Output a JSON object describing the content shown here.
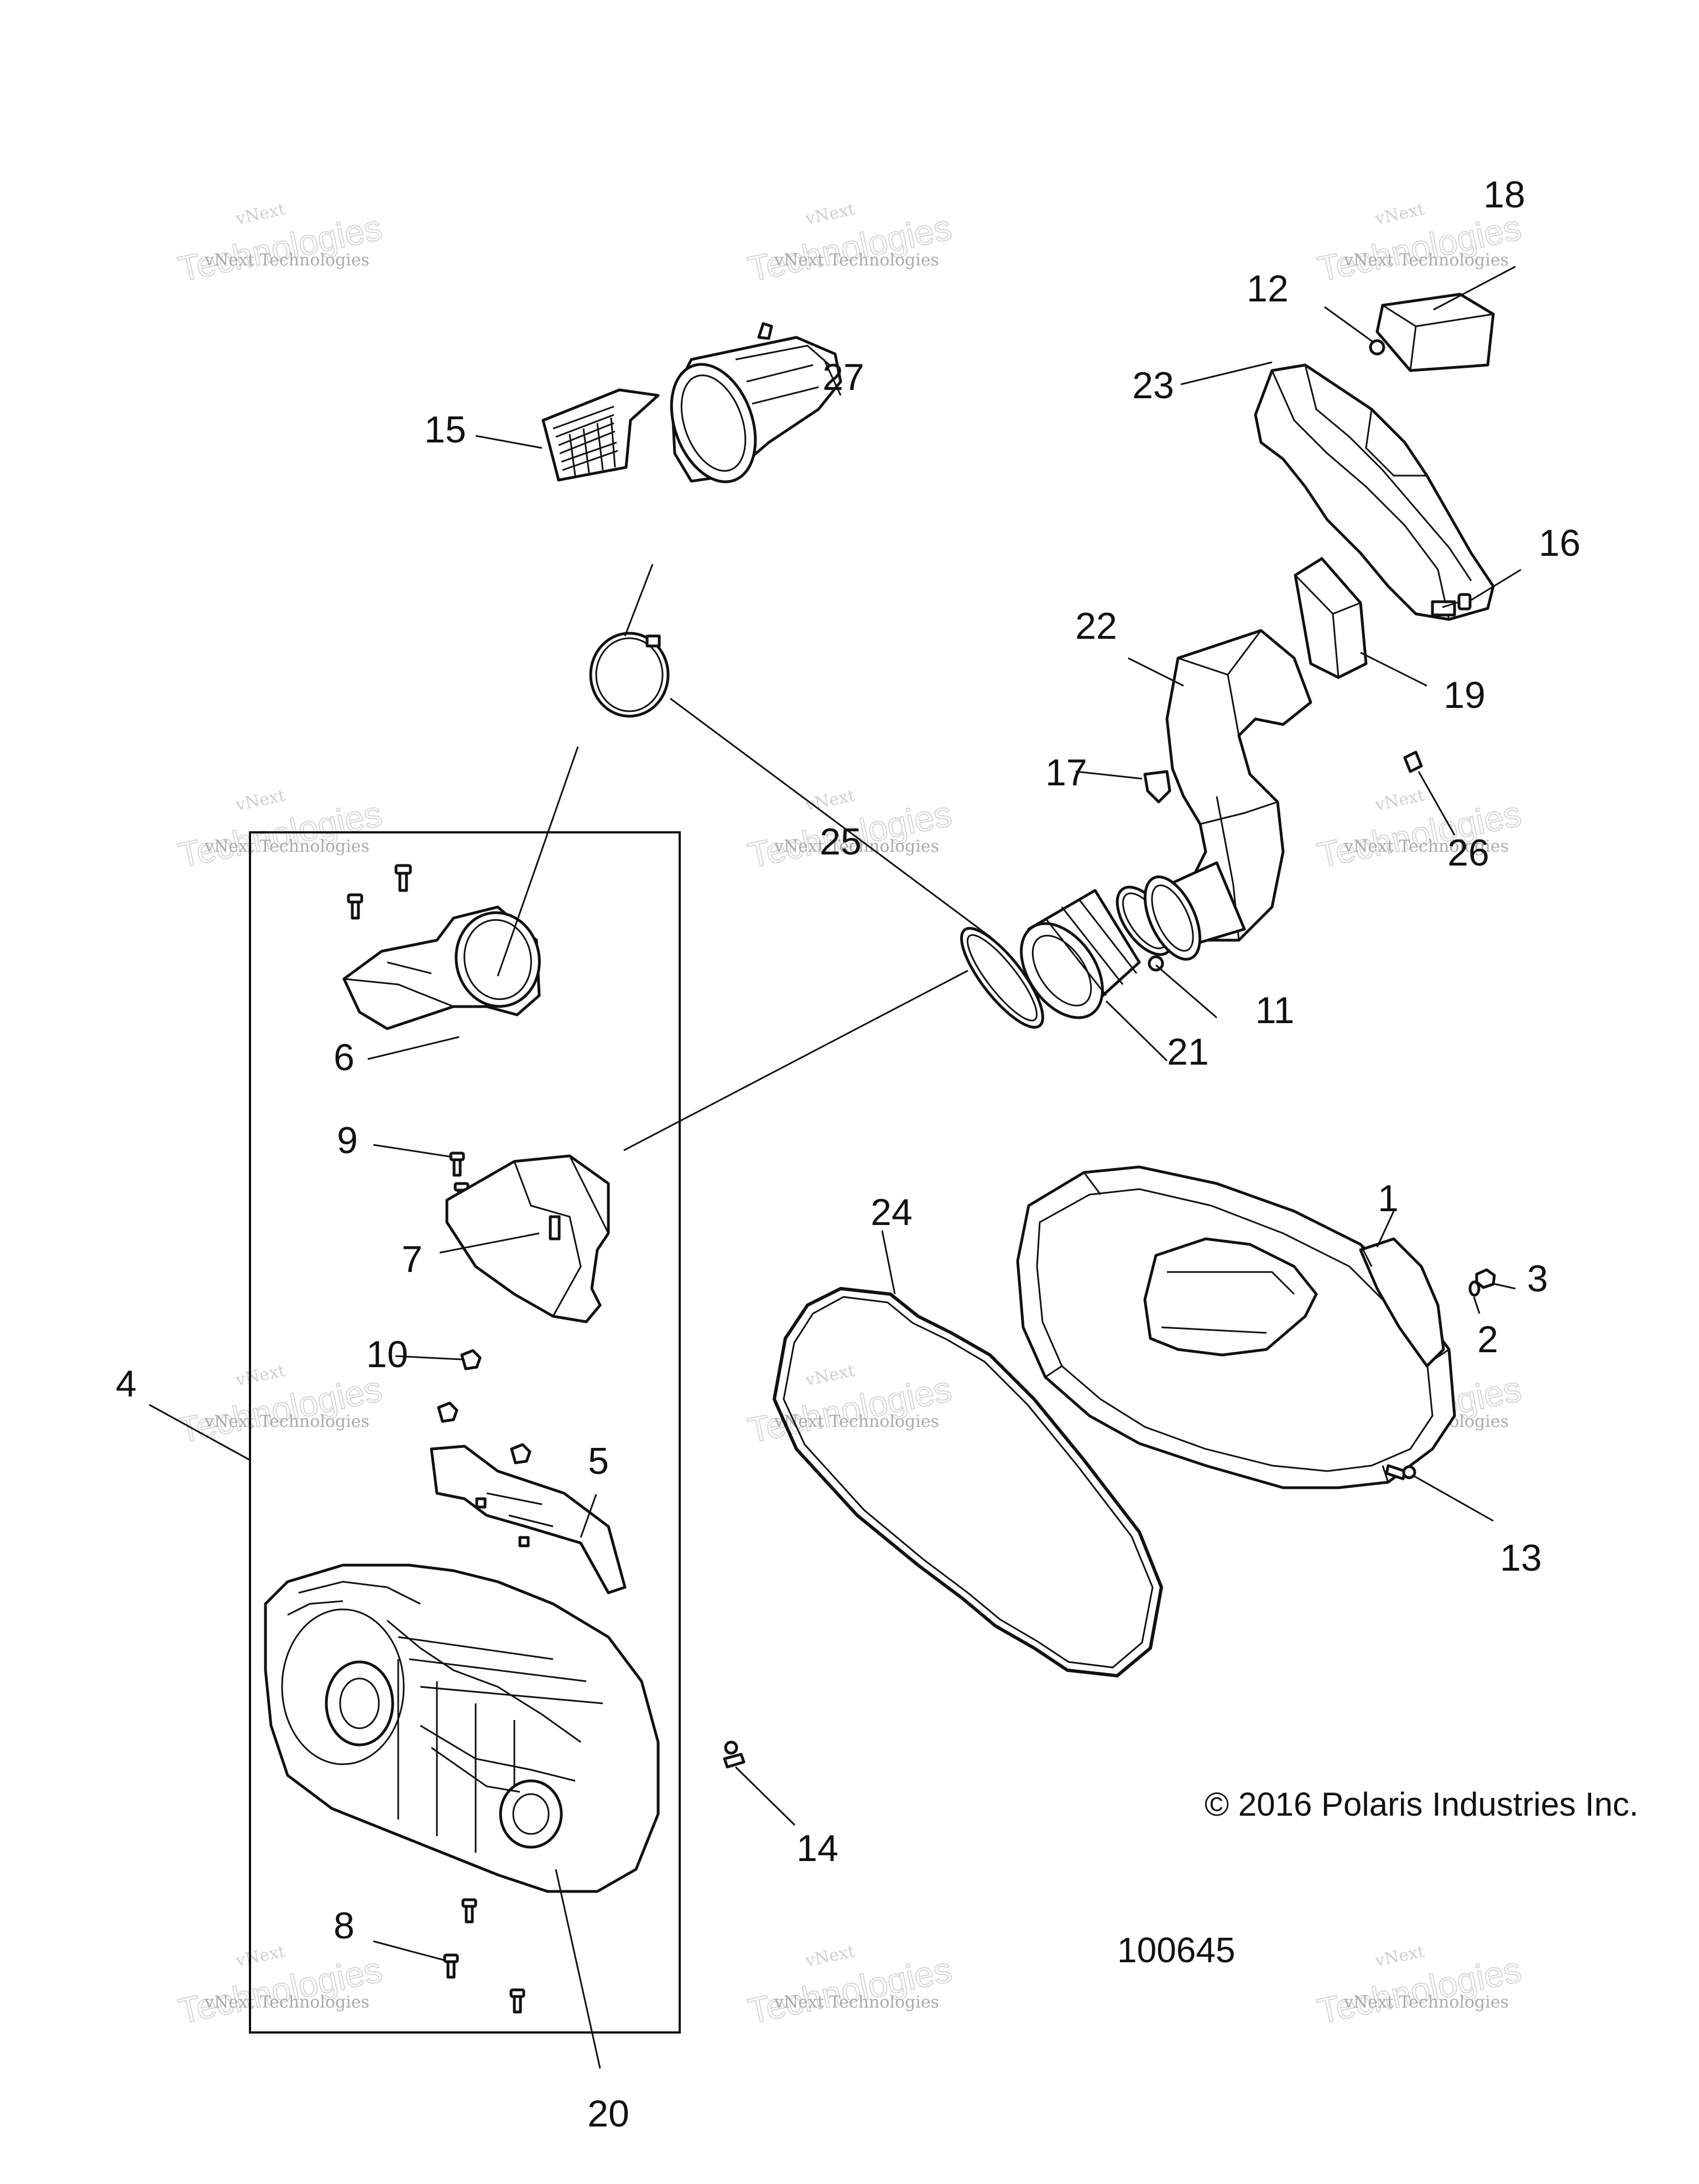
{
  "callouts": [
    "1",
    "2",
    "3",
    "4",
    "5",
    "6",
    "7",
    "8",
    "9",
    "10",
    "11",
    "12",
    "13",
    "14",
    "15",
    "16",
    "17",
    "18",
    "19",
    "20",
    "21",
    "22",
    "23",
    "24",
    "25",
    "26",
    "27"
  ],
  "watermark": {
    "brand": "vNext",
    "company": "vNext Technologies",
    "outline_text": "Technologies"
  },
  "copyright": "© 2016 Polaris Industries Inc.",
  "part_number": "100645"
}
